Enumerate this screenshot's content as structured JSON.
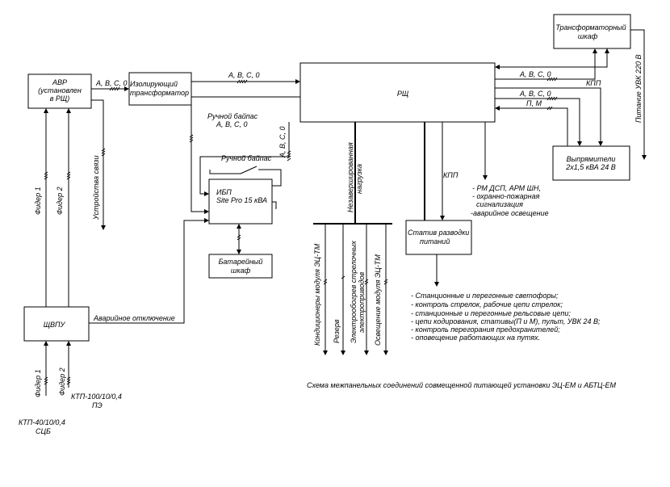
{
  "blocks": {
    "avr": [
      "АВР",
      "(установлен",
      "в РЩ)"
    ],
    "isolating": [
      "Изолирующий",
      "трансформатор"
    ],
    "rshch": "РЩ",
    "transformer_cabinet": [
      "Трансформаторный",
      "шкаф"
    ],
    "rectifiers": [
      "Выпрямители",
      "2х1,5 кВА 24 В"
    ],
    "ups": [
      "ИБП",
      "Site Pro 15 кВА"
    ],
    "battery": [
      "Батарейный",
      "шкаф"
    ],
    "distribution_rack": [
      "Статив разводки",
      "питаний"
    ],
    "shchvpu": "ЩВПУ"
  },
  "labels": {
    "abc0_avr": "А, В, С, 0",
    "abc0_iso": "А, В, С, 0",
    "abc0_tr": "А, В, С, 0",
    "kpp_right": "КПП",
    "abc0_rect": "А, В, С, 0",
    "pm": "П, М",
    "manual_bypass_1": "Ручной байпас",
    "manual_bypass_1b": "А, В, С, 0",
    "abc0_vertical": "А, В, С, 0",
    "manual_bypass_2": "Ручной байпас",
    "comm_devices": "Устройства связи",
    "feeder1_top": "Фидер 1",
    "feeder2_top": "Фидер 2",
    "uninterruptible_load": [
      "Незавершированная",
      "нагрузка"
    ],
    "kpp_mid": "КПП",
    "power_uvk": "Питание УВК 220 В",
    "emergency_off": "Аварийное отключение",
    "feeder1_bottom": "Фидер 1",
    "feeder2_bottom": "Фидер 2",
    "ktp_scb": [
      "КТП-40/10/0,4",
      "СЦБ"
    ],
    "ktp_pe": [
      "КТП-100/10/0,4",
      "ПЭ"
    ]
  },
  "consumers_rm": [
    "- РМ ДСП, АРМ ШН,",
    "- охранно-пожарная",
    "  сигнализация",
    "-аварийное освещение"
  ],
  "load_branches": [
    "Кондиционеры модуля ЭЦ-ТМ",
    "Резерв",
    "Электрообогрев стрелочных",
    "электроприводов",
    "Освещение модуля ЭЦ-ТМ"
  ],
  "consumers_rack": [
    "- Станционные и перегонные светофоры;",
    "- контроль стрелок, рабочие цепи стрелок;",
    "- станционные и перегонные рельсовые цепи;",
    "- цепи кодирования, стативы(П и М), пульт, УВК 24 В;",
    "- контроль перегорания предохранителей;",
    "- оповещение работающих на путях."
  ],
  "caption": "Схема межпанельных соединений совмещенной питающей установки ЭЦ-ЕМ и АБТЦ-ЕМ"
}
